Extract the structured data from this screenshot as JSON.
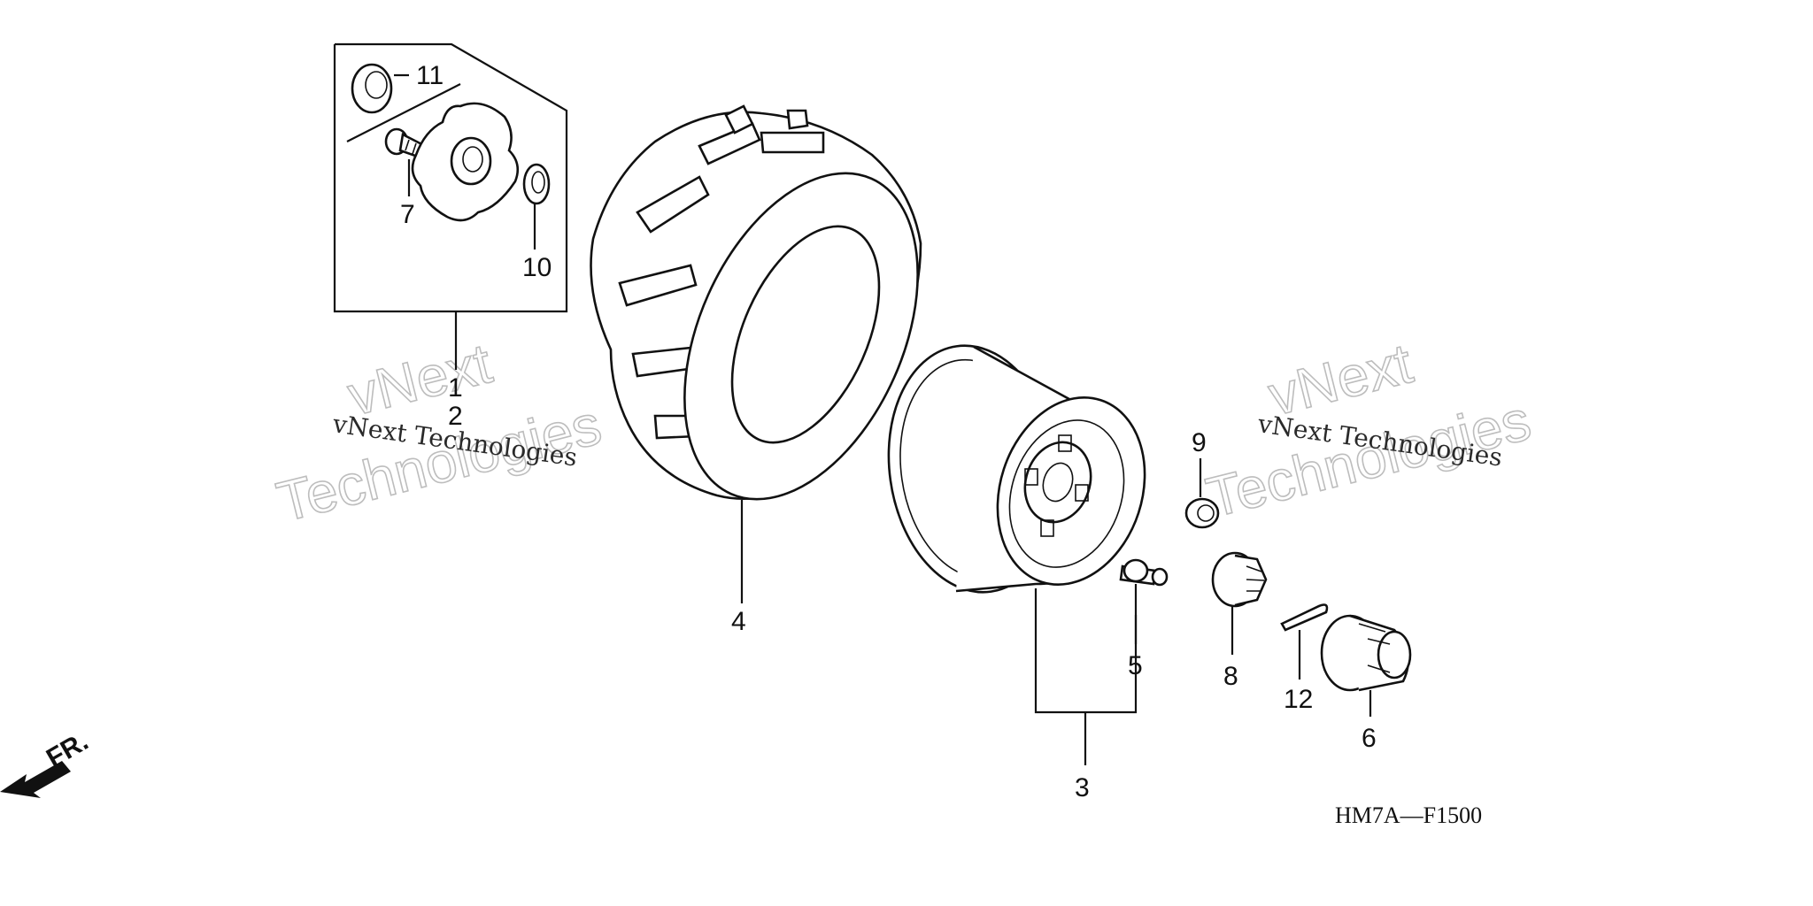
{
  "diagram": {
    "code": "HM7A—F1500",
    "direction_label": "FR.",
    "parts": {
      "p1": "1",
      "p2": "2",
      "p3": "3",
      "p4": "4",
      "p5": "5",
      "p6": "6",
      "p7": "7",
      "p8": "8",
      "p9": "9",
      "p10": "10",
      "p11": "11",
      "p12": "12"
    }
  },
  "watermarks": [
    {
      "small": "vNext Technologies",
      "big1": "vNext",
      "big2": "Technologies"
    },
    {
      "small": "vNext Technologies",
      "big1": "vNext",
      "big2": "Technologies"
    }
  ]
}
